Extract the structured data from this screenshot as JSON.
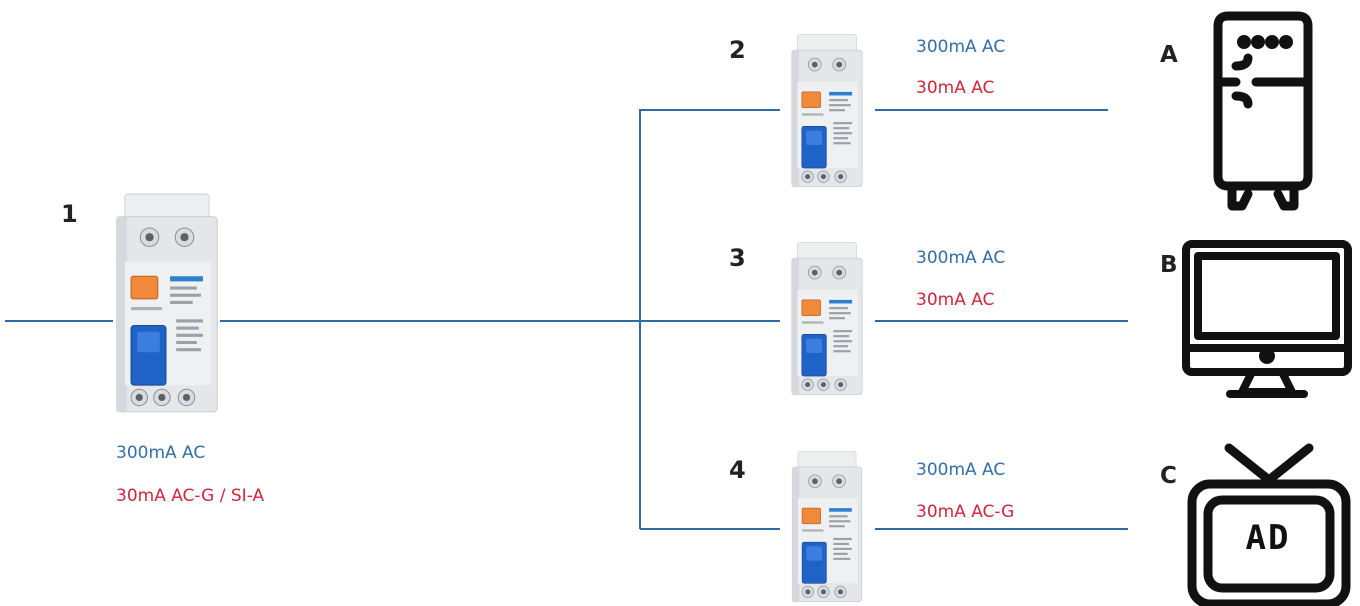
{
  "breakers": [
    {
      "number": "1",
      "rating_primary": "300mA AC",
      "rating_secondary": "30mA AC-G / SI-A"
    },
    {
      "number": "2",
      "rating_primary": "300mA AC",
      "rating_secondary": "30mA AC"
    },
    {
      "number": "3",
      "rating_primary": "300mA AC",
      "rating_secondary": "30mA AC"
    },
    {
      "number": "4",
      "rating_primary": "300mA AC",
      "rating_secondary": "30mA AC-G"
    }
  ],
  "loads": [
    {
      "letter": "A",
      "icon": "refrigerator-icon"
    },
    {
      "letter": "B",
      "icon": "computer-monitor-icon"
    },
    {
      "letter": "C",
      "icon": "television-icon",
      "screen_text": "AD"
    }
  ],
  "colors": {
    "wire": "#2f6aa6",
    "primary_label": "#2f6fae",
    "secondary_label": "#d6233a",
    "breaker_body": "#e6e8ea",
    "breaker_test_button": "#f08a3a",
    "breaker_toggle": "#1f63c6"
  }
}
